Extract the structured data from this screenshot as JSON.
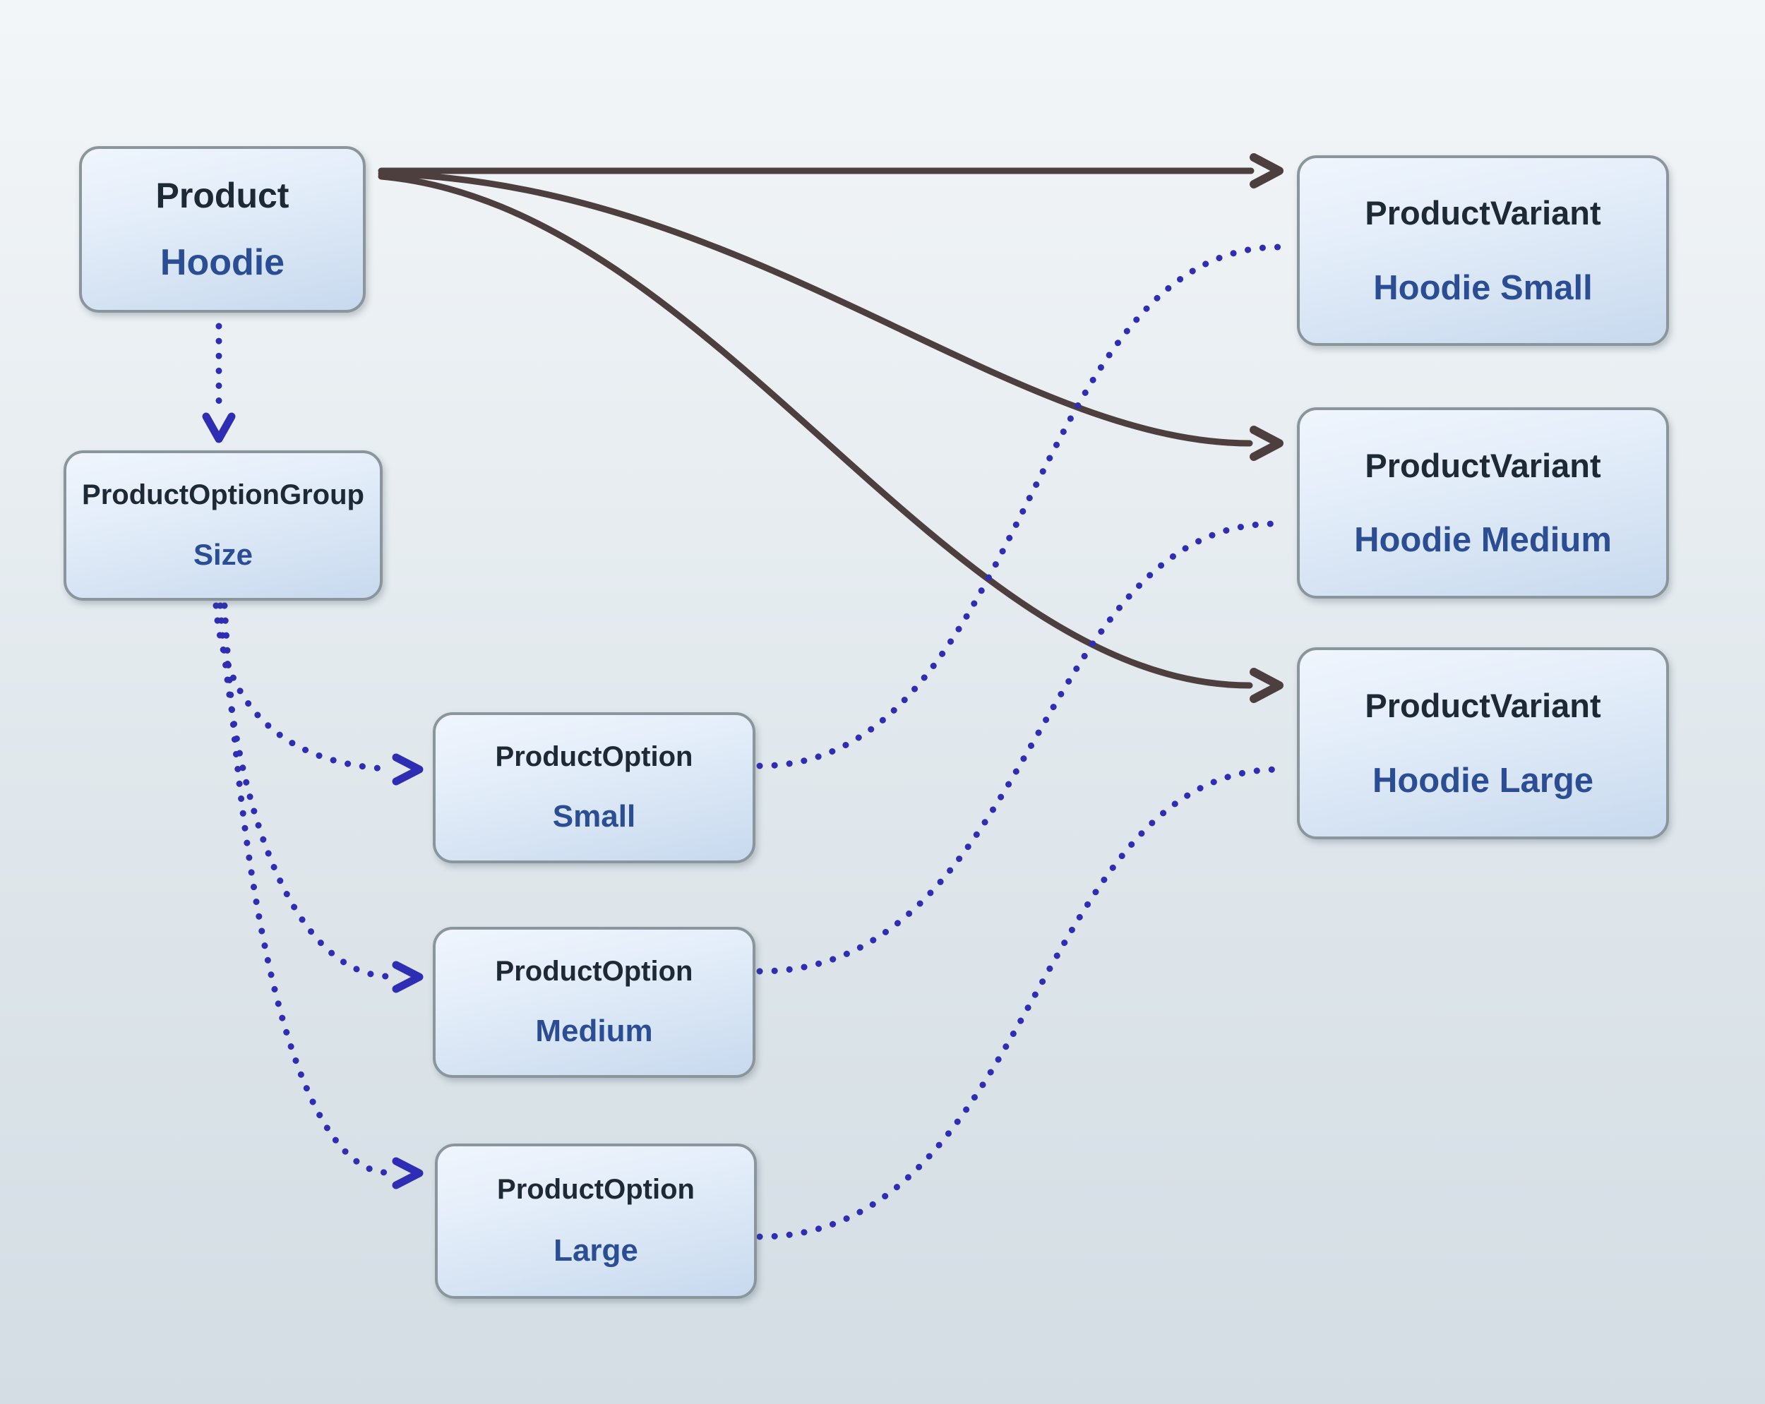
{
  "product": {
    "type": "Product",
    "name": "Hoodie"
  },
  "option_group": {
    "type": "ProductOptionGroup",
    "name": "Size"
  },
  "options": [
    {
      "type": "ProductOption",
      "name": "Small"
    },
    {
      "type": "ProductOption",
      "name": "Medium"
    },
    {
      "type": "ProductOption",
      "name": "Large"
    }
  ],
  "variants": [
    {
      "type": "ProductVariant",
      "name": "Hoodie Small"
    },
    {
      "type": "ProductVariant",
      "name": "Hoodie Medium"
    },
    {
      "type": "ProductVariant",
      "name": "Hoodie Large"
    }
  ],
  "edges": [
    {
      "from": "Product Hoodie",
      "to": "ProductVariant Hoodie Small",
      "style": "solid-arrow"
    },
    {
      "from": "Product Hoodie",
      "to": "ProductVariant Hoodie Medium",
      "style": "solid-arrow"
    },
    {
      "from": "Product Hoodie",
      "to": "ProductVariant Hoodie Large",
      "style": "solid-arrow"
    },
    {
      "from": "Product Hoodie",
      "to": "ProductOptionGroup Size",
      "style": "dotted-arrow"
    },
    {
      "from": "ProductOptionGroup Size",
      "to": "ProductOption Small",
      "style": "dotted-arrow"
    },
    {
      "from": "ProductOptionGroup Size",
      "to": "ProductOption Medium",
      "style": "dotted-arrow"
    },
    {
      "from": "ProductOptionGroup Size",
      "to": "ProductOption Large",
      "style": "dotted-arrow"
    },
    {
      "from": "ProductOption Small",
      "to": "ProductVariant Hoodie Small",
      "style": "dotted"
    },
    {
      "from": "ProductOption Medium",
      "to": "ProductVariant Hoodie Medium",
      "style": "dotted"
    },
    {
      "from": "ProductOption Large",
      "to": "ProductVariant Hoodie Large",
      "style": "dotted"
    }
  ],
  "colors": {
    "background_top": "#f3f6f8",
    "background_bottom": "#d3dde3",
    "box_fill_top": "#f0f5fd",
    "box_fill_bottom": "#c8d9ee",
    "box_border": "#8b969c",
    "title_text": "#1e2936",
    "value_text": "#2a4d94",
    "solid_edge": "#4e3f3f",
    "dotted_edge": "#2e2eb5"
  }
}
